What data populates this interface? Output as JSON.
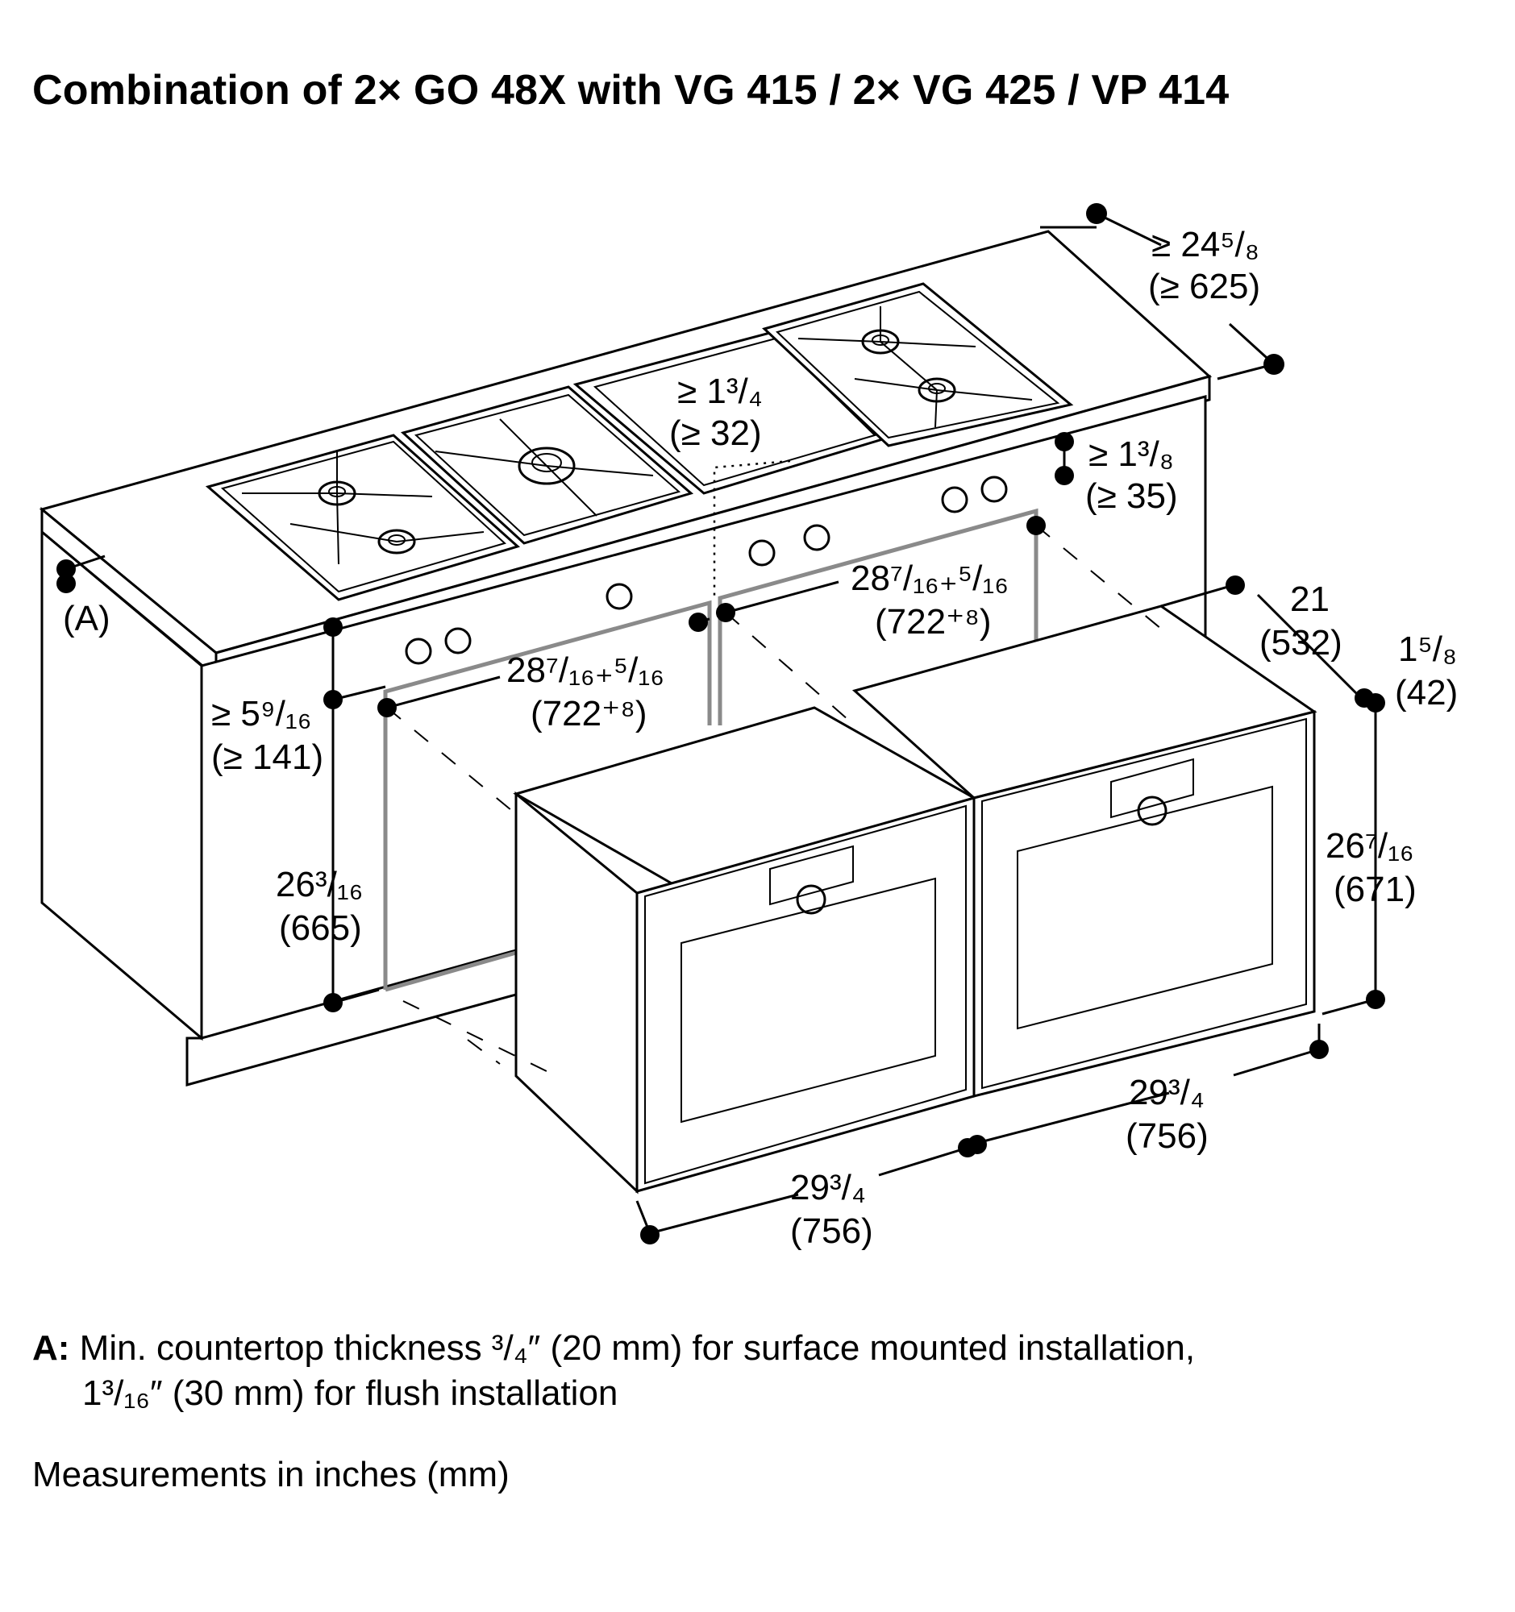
{
  "title": "Combination of 2× GO 48X with VG 415 / 2× VG 425 / VP 414",
  "dimensions": {
    "depth_top": [
      "≥ 24⁵/₈",
      "(≥ 625)"
    ],
    "vp_width": [
      "≥ 1³/₄",
      "(≥ 32)"
    ],
    "top_clearance": [
      "≥ 1³/₈",
      "(≥ 35)"
    ],
    "niche_right": [
      "28⁷/₁₆₊⁵/₁₆",
      "(722⁺⁸)"
    ],
    "niche_left": [
      "28⁷/₁₆₊⁵/₁₆",
      "(722⁺⁸)"
    ],
    "oven_depth": [
      "21",
      "(532)"
    ],
    "door_depth": [
      "1⁵/₈",
      "(42)"
    ],
    "gap_top": [
      "≥ 5⁹/₁₆",
      "(≥ 141)"
    ],
    "niche_height": [
      "26³/₁₆",
      "(665)"
    ],
    "oven_height": [
      "26⁷/₁₆",
      "(671)"
    ],
    "oven_width_left": [
      "29³/₄",
      "(756)"
    ],
    "oven_width_right": [
      "29³/₄",
      "(756)"
    ],
    "countertop_label": "(A)"
  },
  "notes": {
    "key": "A:",
    "line1": "Min. countertop thickness ³/₄″ (20 mm) for surface mounted installation,",
    "line2": "1³/₁₆″ (30 mm) for flush installation",
    "measurements": "Measurements in inches (mm)"
  }
}
